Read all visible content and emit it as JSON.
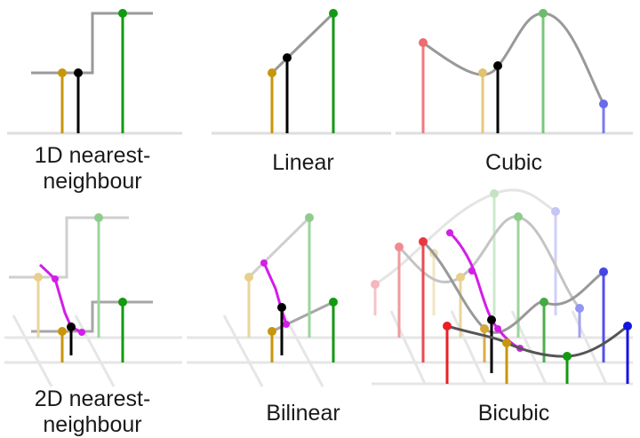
{
  "labels": {
    "nearest_1d": [
      "1D nearest-",
      "neighbour"
    ],
    "linear": "Linear",
    "cubic": "Cubic",
    "nearest_2d": [
      "2D nearest-",
      "neighbour"
    ],
    "bilinear": "Bilinear",
    "bicubic": "Bicubic"
  },
  "colors": {
    "gold": "#c8960c",
    "black": "#000000",
    "green": "#129a12",
    "red": "#e8202a",
    "blue": "#1414e0",
    "magenta": "#d21ee8",
    "curve": "#999999",
    "baseline": "#dedede"
  }
}
